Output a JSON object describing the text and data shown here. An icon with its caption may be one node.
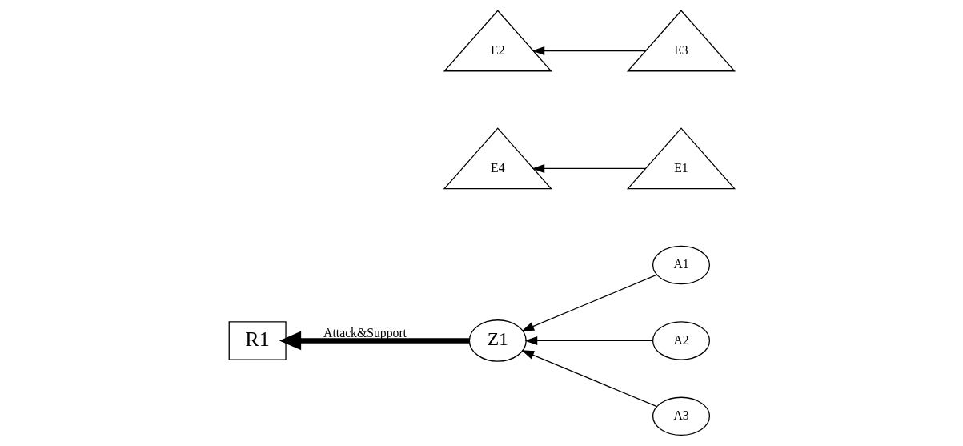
{
  "diagram": {
    "nodes": [
      {
        "text": [
          "R1"
        ]
      },
      {
        "text": [
          "Z1"
        ]
      },
      {
        "text": [
          "A1"
        ]
      },
      {
        "text": [
          "A2"
        ]
      },
      {
        "text": [
          "A3"
        ]
      },
      {
        "text": [
          "E1"
        ]
      },
      {
        "text": [
          "E2"
        ]
      },
      {
        "text": [
          "E3"
        ]
      },
      {
        "text": [
          "E4"
        ]
      }
    ],
    "edges": [
      {
        "from": 2,
        "to": 1,
        "arrow": "to"
      },
      {
        "from": 3,
        "to": 1,
        "arrow": "to"
      },
      {
        "from": 4,
        "to": 1,
        "arrow": "to"
      },
      {
        "from": 1,
        "to": 0,
        "arrow": "to",
        "label": "Attack&Support",
        "style": "thick"
      },
      {
        "from": 7,
        "to": 6,
        "arrow": "to"
      },
      {
        "from": 5,
        "to": 8,
        "arrow": "to"
      }
    ]
  }
}
